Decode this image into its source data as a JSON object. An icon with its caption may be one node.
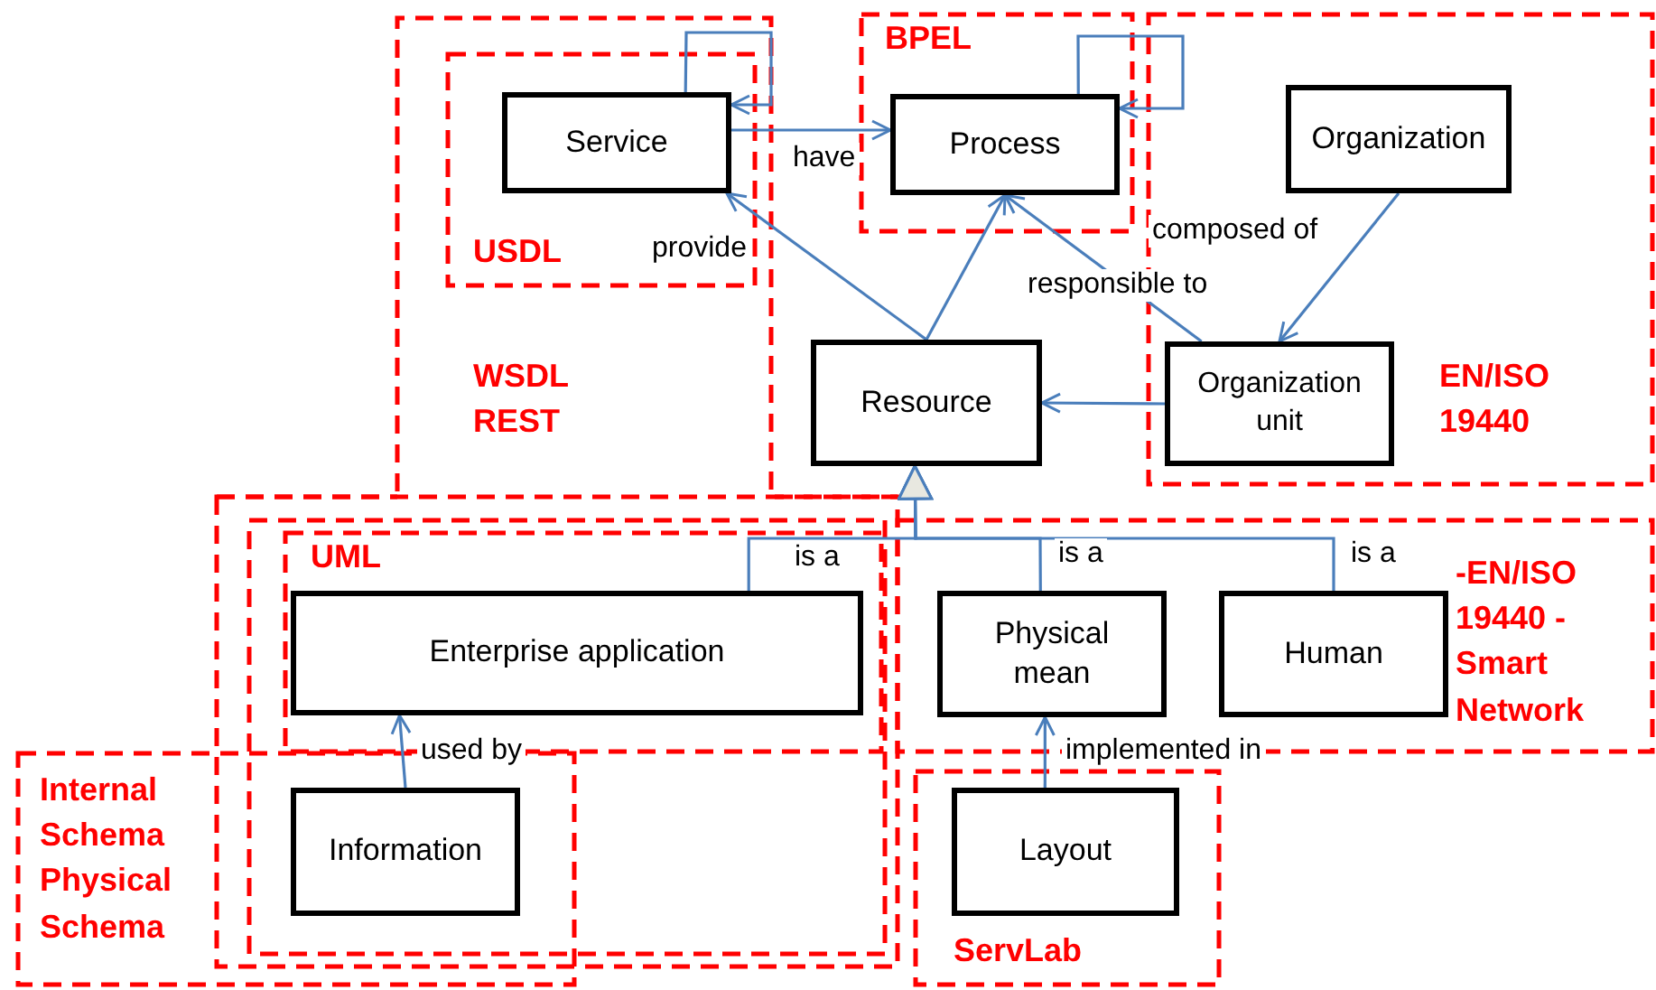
{
  "diagram": {
    "nodes": [
      {
        "text": [
          "Service"
        ]
      },
      {
        "text": [
          "Process"
        ]
      },
      {
        "text": [
          "Organization"
        ]
      },
      {
        "text": [
          "Resource"
        ]
      },
      {
        "text": [
          "Organization unit"
        ]
      },
      {
        "text": [
          "Enterprise application"
        ]
      },
      {
        "text": [
          "Physical mean"
        ]
      },
      {
        "text": [
          "Human"
        ]
      },
      {
        "text": [
          "Information"
        ]
      },
      {
        "text": [
          "Layout"
        ]
      }
    ],
    "edges": [
      {
        "from": 0,
        "to": 0,
        "arrow": "to"
      },
      {
        "from": 0,
        "to": 1,
        "arrow": "to",
        "label": "have"
      },
      {
        "from": 1,
        "to": 1,
        "arrow": "to"
      },
      {
        "from": 3,
        "to": 0,
        "arrow": "to",
        "label": "provide"
      },
      {
        "from": 3,
        "to": 1,
        "arrow": "to"
      },
      {
        "from": 4,
        "to": 1,
        "arrow": "to",
        "label": "responsible to"
      },
      {
        "from": 2,
        "to": 4,
        "arrow": "to",
        "label": "composed of"
      },
      {
        "from": 4,
        "to": 3,
        "arrow": "to"
      },
      {
        "from": 5,
        "to": 3,
        "arrow": "to",
        "label": "is a"
      },
      {
        "from": 6,
        "to": 3,
        "arrow": "to",
        "label": "is a"
      },
      {
        "from": 7,
        "to": 3,
        "arrow": "to",
        "label": "is a"
      },
      {
        "from": 8,
        "to": 5,
        "arrow": "to",
        "label": "used by"
      },
      {
        "from": 9,
        "to": 6,
        "arrow": "to",
        "label": "implemented in"
      }
    ],
    "labels": [
      "BPEL",
      "USDL",
      "WSDL REST",
      "EN/ISO 19440",
      "UML",
      "-EN/ISO 19440 -Smart Network",
      "Internal Schema Physical Schema",
      "ServLab"
    ]
  }
}
